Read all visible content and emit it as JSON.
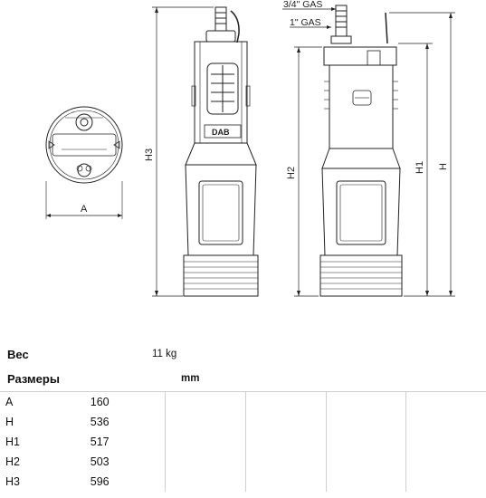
{
  "drawing": {
    "labels": {
      "a": "A",
      "h": "H",
      "h1": "H1",
      "h2": "H2",
      "h3": "H3",
      "gas_34": "3/4\" GAS",
      "gas_1": "1\" GAS",
      "brand": "DAB"
    }
  },
  "specs": {
    "weight_label": "Вес",
    "weight_value": "11 kg",
    "dimensions_label": "Размеры",
    "unit": "mm",
    "rows": [
      {
        "key": "A",
        "value": "160"
      },
      {
        "key": "H",
        "value": "536"
      },
      {
        "key": "H1",
        "value": "517"
      },
      {
        "key": "H2",
        "value": "503"
      },
      {
        "key": "H3",
        "value": "596"
      }
    ]
  }
}
